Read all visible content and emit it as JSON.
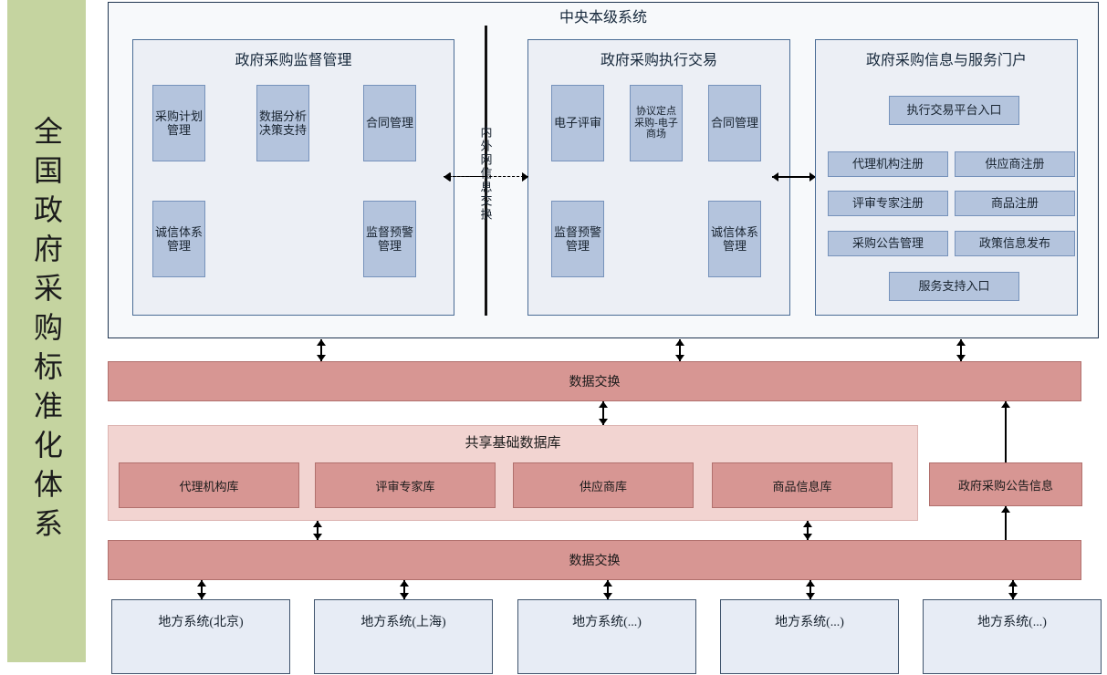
{
  "banner": {
    "title": "全国政府采购标准化体系"
  },
  "central": {
    "title": "中央本级系统",
    "divider_label": "内外网信息交换",
    "panels": [
      {
        "title": "政府采购监督管理",
        "nodes": [
          {
            "label": "采购计划管理"
          },
          {
            "label": "数据分析决策支持"
          },
          {
            "label": "合同管理"
          },
          {
            "label": "诚信体系管理"
          },
          {
            "label": "监督预警管理"
          }
        ]
      },
      {
        "title": "政府采购执行交易",
        "nodes": [
          {
            "label": "电子评审"
          },
          {
            "label": "协议定点采购-电子商场"
          },
          {
            "label": "合同管理"
          },
          {
            "label": "监督预警管理"
          },
          {
            "label": "诚信体系管理"
          }
        ]
      },
      {
        "title": "政府采购信息与服务门户",
        "nodes": [
          {
            "label": "执行交易平台入口"
          },
          {
            "label": "代理机构注册"
          },
          {
            "label": "供应商注册"
          },
          {
            "label": "评审专家注册"
          },
          {
            "label": "商品注册"
          },
          {
            "label": "采购公告管理"
          },
          {
            "label": "政策信息发布"
          },
          {
            "label": "服务支持入口"
          }
        ]
      }
    ]
  },
  "exchange_bar_top": {
    "label": "数据交换"
  },
  "exchange_bar_bottom": {
    "label": "数据交换"
  },
  "shared_db": {
    "title": "共享基础数据库",
    "nodes": [
      {
        "label": "代理机构库"
      },
      {
        "label": "评审专家库"
      },
      {
        "label": "供应商库"
      },
      {
        "label": "商品信息库"
      }
    ]
  },
  "notice": {
    "label": "政府采购公告信息"
  },
  "local_systems": [
    {
      "label": "地方系统(北京)"
    },
    {
      "label": "地方系统(上海)"
    },
    {
      "label": "地方系统(...)"
    },
    {
      "label": "地方系统(...)"
    },
    {
      "label": "地方系统(...)"
    }
  ],
  "colors": {
    "banner_green": "#c5d4a0",
    "node_blue": "#b4c4dd",
    "panel_bg": "#eceff5",
    "bar_red": "#d79693",
    "shared_db_pink": "#f2d4d1",
    "local_blue": "#e7ecf5",
    "border_navy": "#1f3550"
  }
}
